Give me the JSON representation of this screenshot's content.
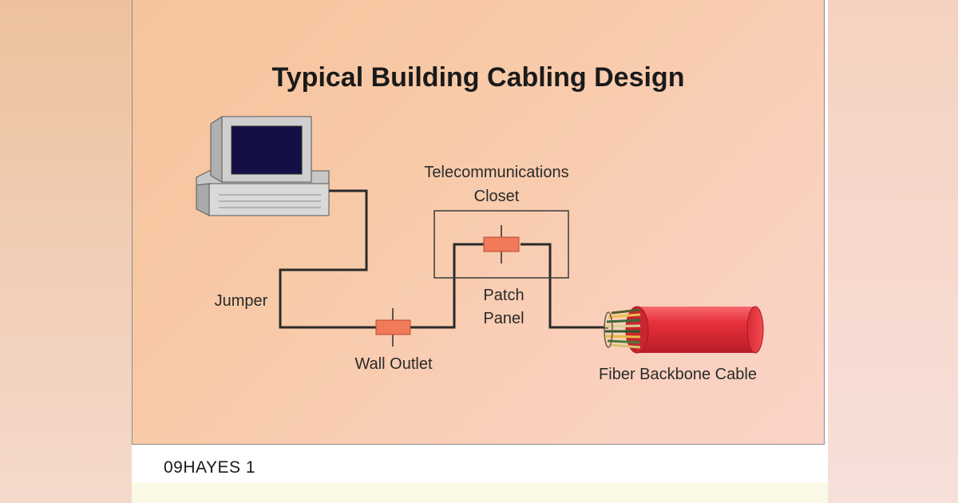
{
  "diagram": {
    "title": "Typical Building Cabling Design",
    "labels": {
      "closet_line1": "Telecommunications",
      "closet_line2": "Closet",
      "jumper": "Jumper",
      "patch_line1": "Patch",
      "patch_line2": "Panel",
      "wall_outlet": "Wall Outlet",
      "fiber": "Fiber Backbone Cable"
    },
    "colors": {
      "cable": "#2a2a2a",
      "connector": "#f07a5a",
      "fiber_jacket": "#e8303a",
      "monitor_screen": "#141046"
    }
  },
  "caption": "09HAYES 1"
}
